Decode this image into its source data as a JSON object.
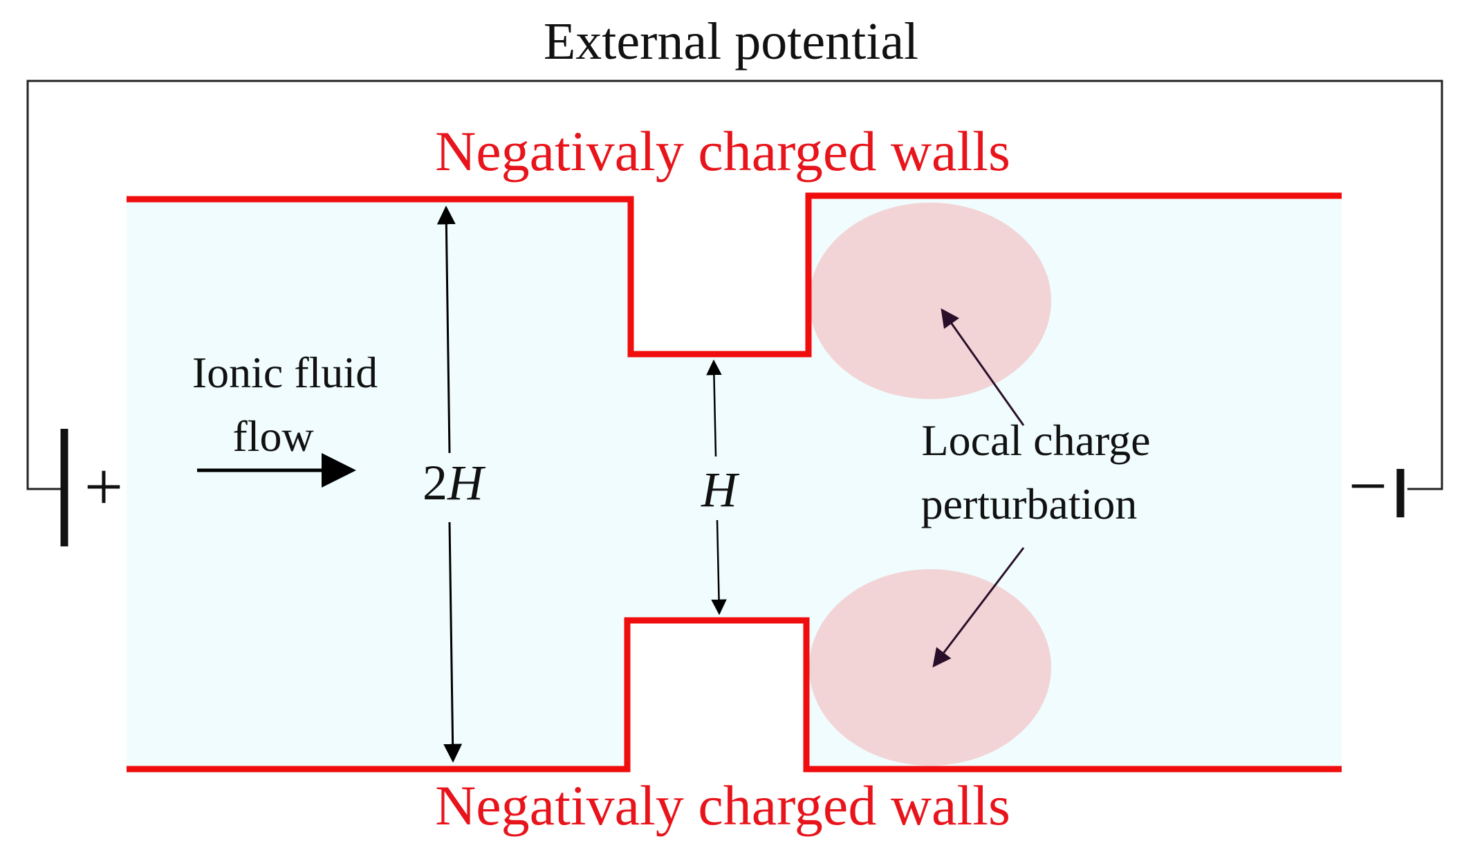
{
  "title": "External potential",
  "walls": {
    "top_label": "Negativaly charged walls",
    "bottom_label": "Negativaly charged walls",
    "color": "#f00d0d"
  },
  "flow": {
    "line1": "Ionic fluid",
    "line2": "flow"
  },
  "dimensions": {
    "channel_height_coef": "2",
    "channel_height_var": "H",
    "constriction_height": "H"
  },
  "perturbation": {
    "line1": "Local charge",
    "line2": "perturbation",
    "color": "#f2d4d6"
  },
  "electrodes": {
    "positive_sign": "+",
    "negative_sign": "−"
  },
  "colors": {
    "fluid": "#f0fcfd",
    "wire": "#222222"
  }
}
